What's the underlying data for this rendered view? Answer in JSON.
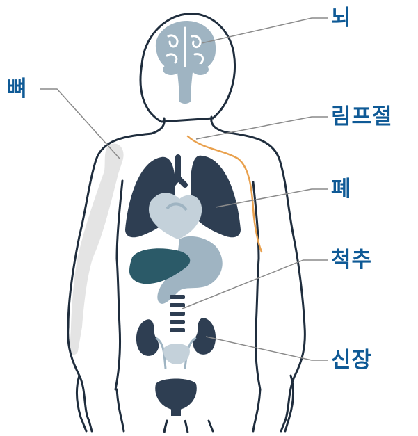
{
  "labels": {
    "brain": "뇌",
    "bone": "뼈",
    "lymph_node": "림프절",
    "lung": "폐",
    "spine": "척추",
    "kidney": "신장"
  },
  "colors": {
    "label_text": "#0f5a96",
    "leader_line": "#8a8a8a",
    "body_outline": "#1f2d3d",
    "dark_organ": "#2e3e52",
    "light_organ": "#c4d1da",
    "mid_organ": "#9fb4c2",
    "liver": "#2b5a68",
    "bone": "#e4e4e4",
    "lymph": "#e9a14e"
  },
  "icons": {
    "brain": "brain-icon",
    "bone": "arm-bone-icon",
    "lymph": "lymph-vessel-icon",
    "lung": "lungs-icon",
    "heart": "heart-icon",
    "liver": "liver-icon",
    "stomach": "stomach-icon",
    "spine": "spine-icon",
    "kidney": "kidneys-icon",
    "bladder": "bladder-icon"
  }
}
